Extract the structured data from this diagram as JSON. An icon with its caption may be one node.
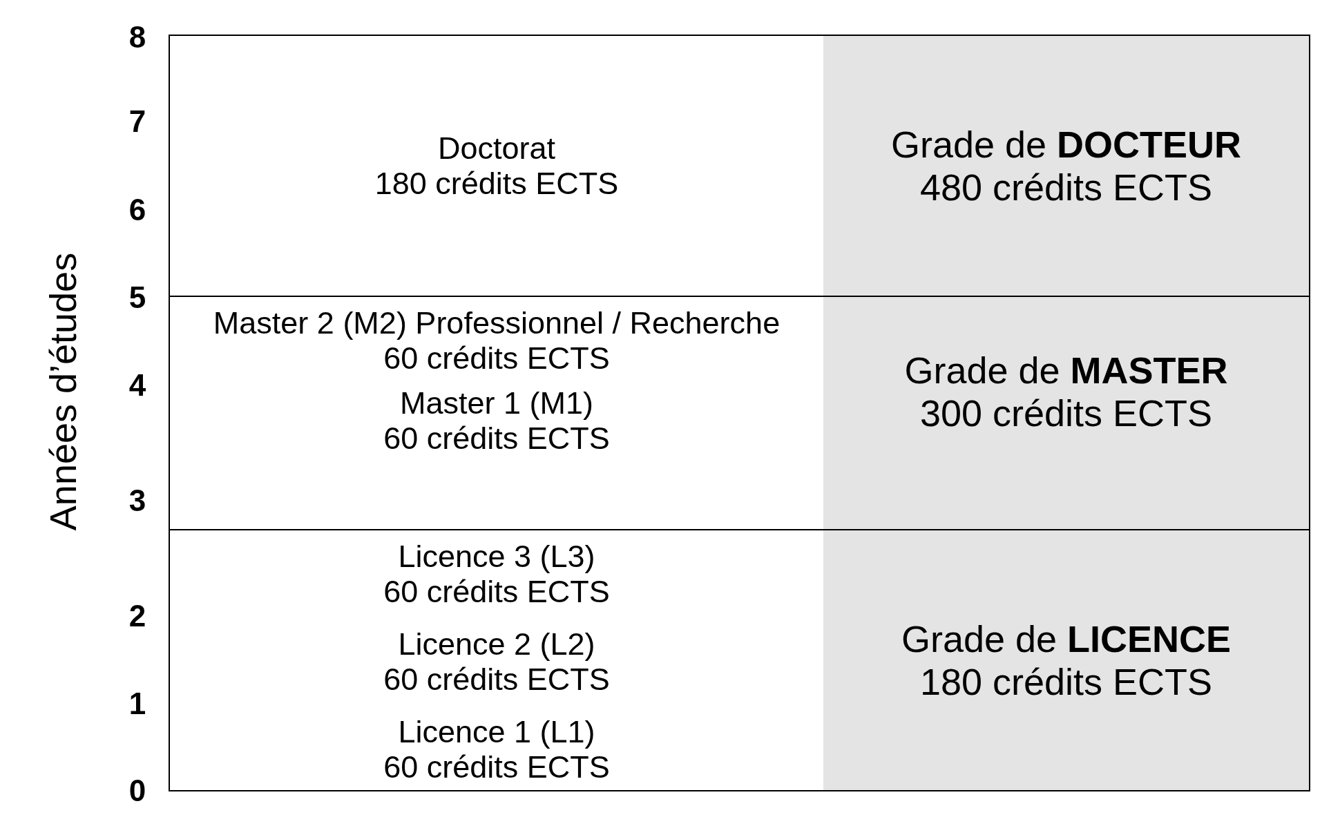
{
  "diagram": {
    "nodes": [
      {
        "text": [
          "Doctorat",
          "180 crédits ECTS"
        ]
      },
      {
        "text": [
          "Grade de **DOCTEUR**",
          "480 crédits ECTS"
        ]
      },
      {
        "text": [
          "Master 2 (M2) Professionnel / Recherche",
          "60 crédits ECTS",
          "Master 1 (M1)",
          "60 crédits ECTS"
        ]
      },
      {
        "text": [
          "Grade de **MASTER**",
          "300 crédits ECTS"
        ]
      },
      {
        "text": [
          "Licence 3 (L3)",
          "60 crédits ECTS",
          "Licence 2 (L2)",
          "60 crédits ECTS",
          "Licence 1 (L1)",
          "60 crédits ECTS"
        ]
      },
      {
        "text": [
          "Grade de **LICENCE**",
          "180 crédits ECTS"
        ]
      }
    ],
    "labels": [
      "8",
      "7",
      "6",
      "5",
      "4",
      "3",
      "2",
      "1",
      "0",
      "Années d’études"
    ]
  }
}
